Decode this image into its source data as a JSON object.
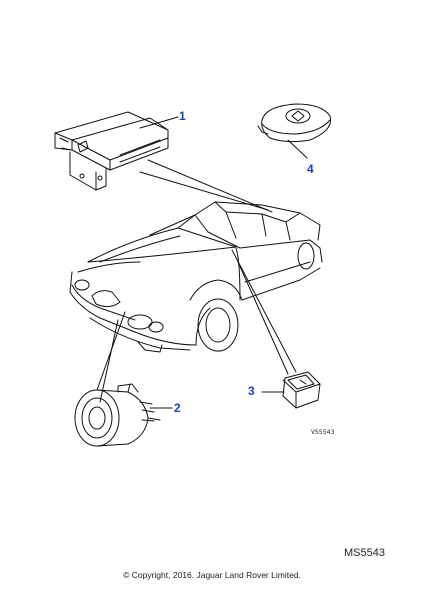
{
  "callouts": [
    {
      "id": "1",
      "label": "1"
    },
    {
      "id": "2",
      "label": "2"
    },
    {
      "id": "3",
      "label": "3"
    },
    {
      "id": "4",
      "label": "4"
    }
  ],
  "drawing_code_small": "VS5543",
  "ms_number": "MS5543",
  "copyright": "© Copyright, 2016. Jaguar Land Rover Limited.",
  "colors": {
    "callout": "#1d3fbf",
    "line": "#111111"
  },
  "icons": [
    "control-module-bracket-icon",
    "key-fob-remote-icon",
    "alarm-horn-siren-icon",
    "switch-icon",
    "car-outline-icon"
  ]
}
